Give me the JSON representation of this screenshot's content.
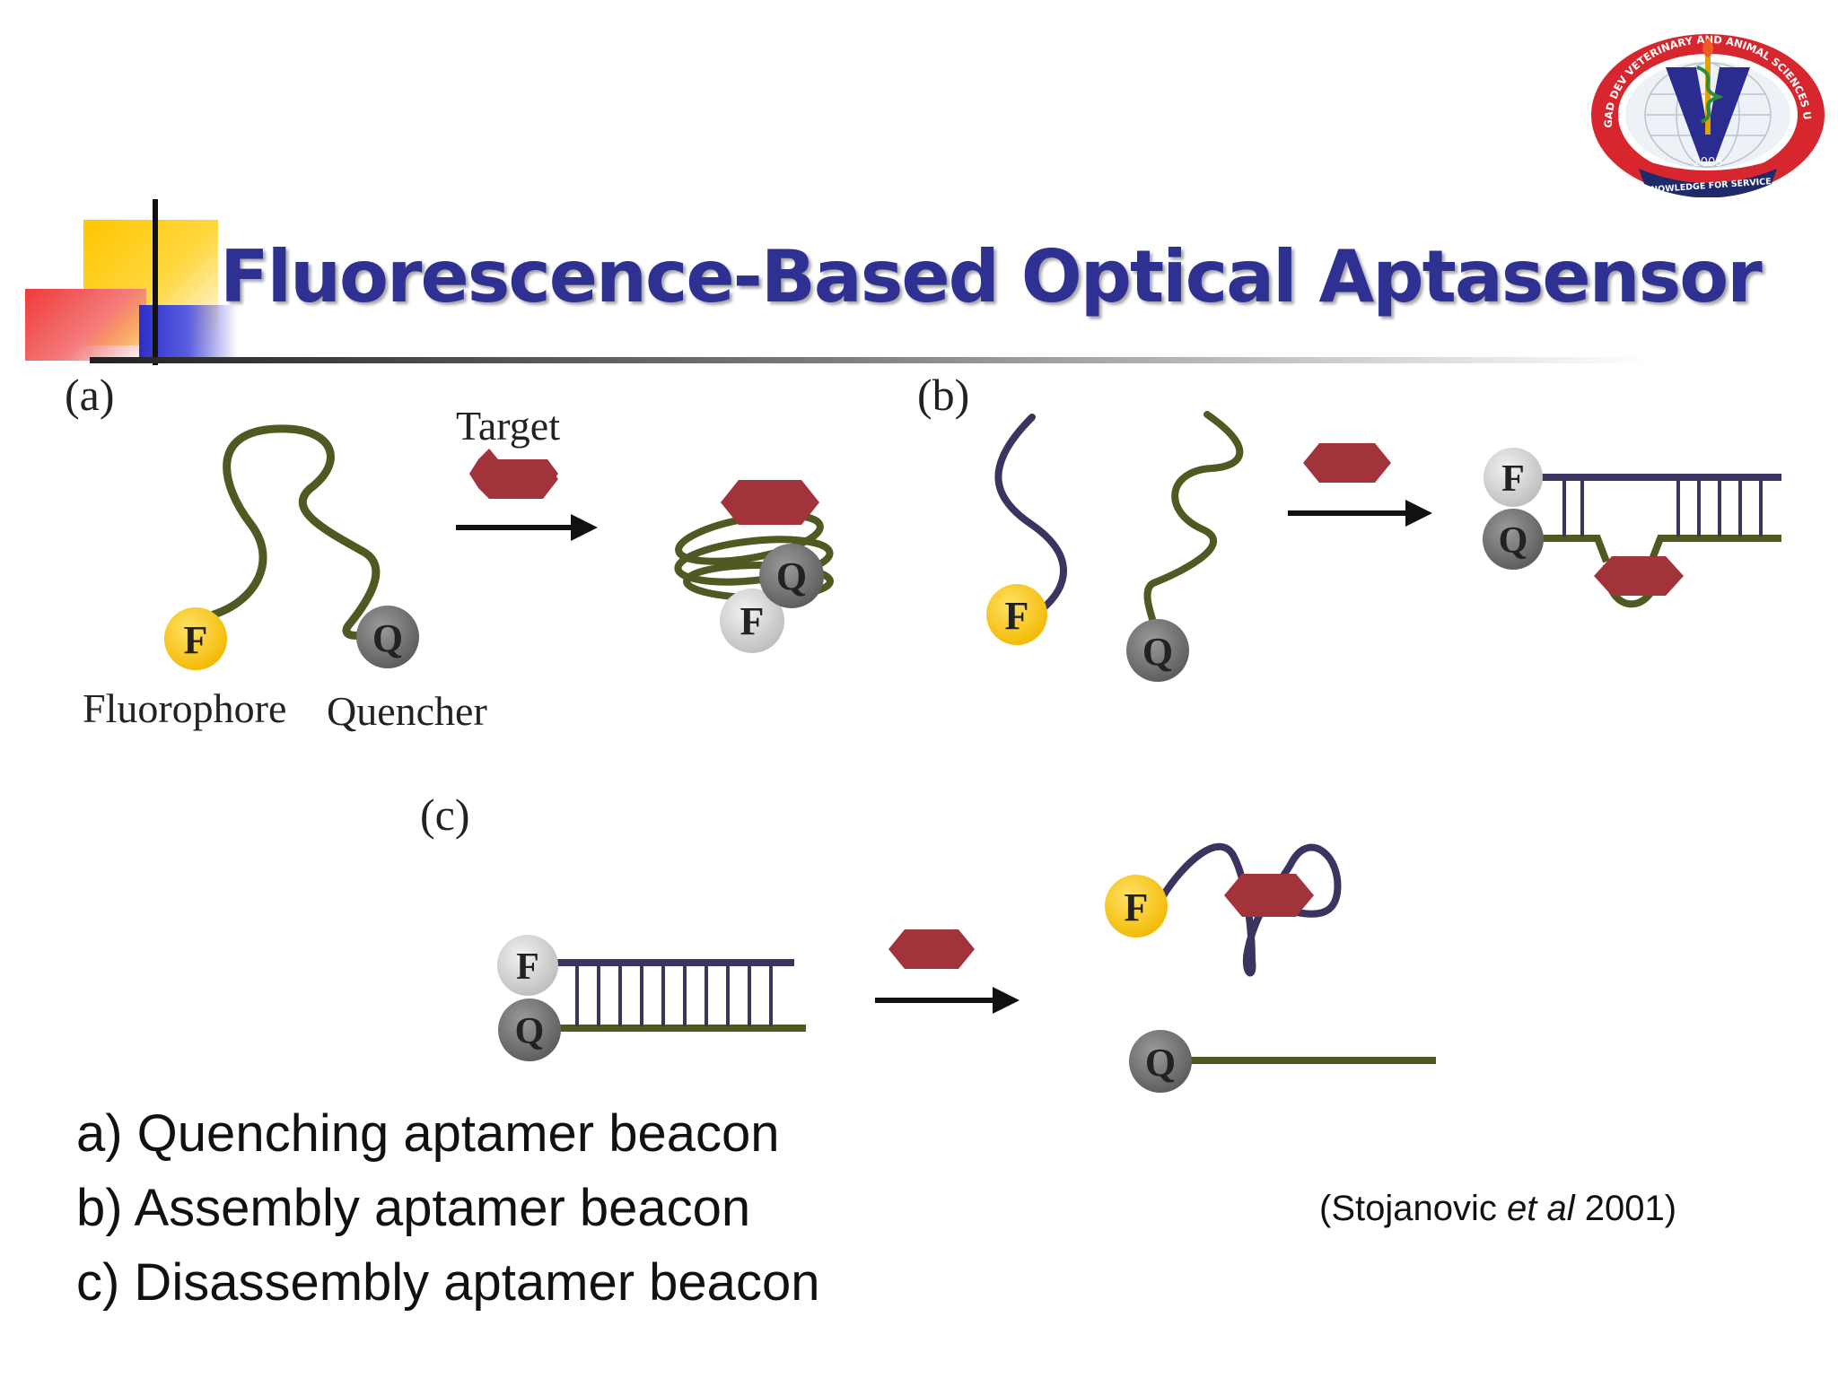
{
  "slide": {
    "title": "Fluorescence-Based Optical Aptasensor",
    "colors": {
      "title": "#2E3192",
      "aptamer_green": "#4E5A22",
      "strand_purple": "#3C3460",
      "target": "#A3333A",
      "fluorophore": "#F6C600",
      "quencher": "#707070"
    }
  },
  "logo": {
    "ring_text": "GURU ANGAD DEV VETERINARY AND ANIMAL SCIENCES UNIVERSITY",
    "year": "2005",
    "motto": "KNOWLEDGE FOR SERVICE"
  },
  "diagram": {
    "panel_a": {
      "label": "(a)",
      "target_label": "Target",
      "fluorophore_label": "Fluorophore",
      "quencher_label": "Quencher"
    },
    "panel_b": {
      "label": "(b)"
    },
    "panel_c": {
      "label": "(c)"
    },
    "fluorophore_letter": "F",
    "quencher_letter": "Q"
  },
  "captions": [
    "a) Quenching aptamer beacon",
    "b) Assembly aptamer beacon",
    "c) Disassembly aptamer beacon"
  ],
  "citation": {
    "before": "(Stojanovic ",
    "italic": "et al",
    "after": " 2001)"
  }
}
